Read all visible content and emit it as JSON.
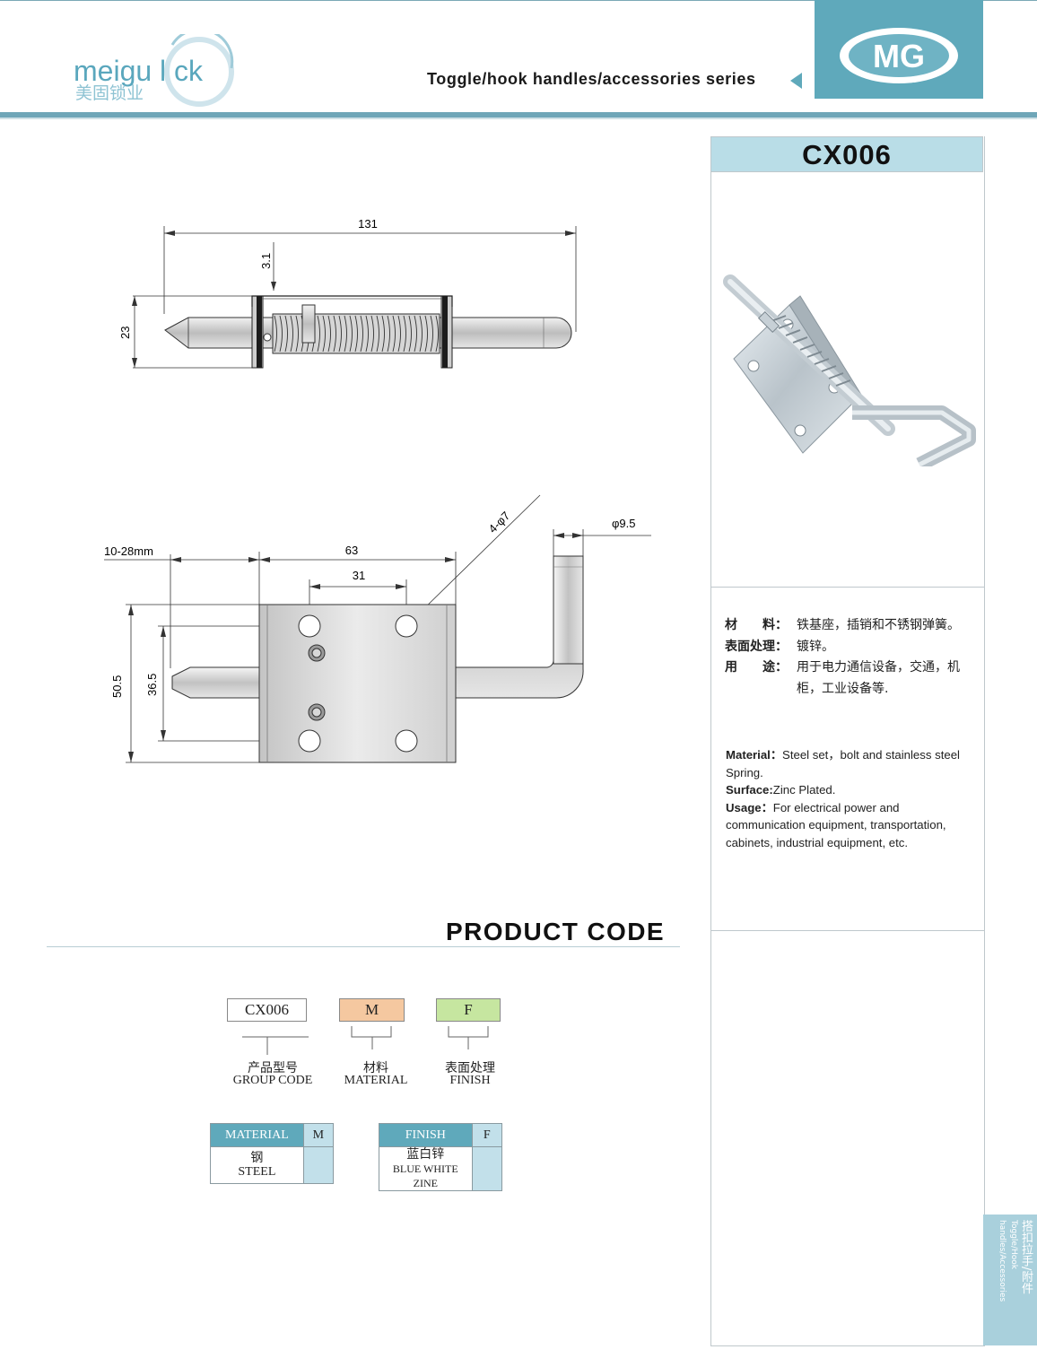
{
  "header": {
    "brand_text": "meigu l ck",
    "brand_cn": "美固锁业",
    "series_title": "Toggle/hook handles/accessories series",
    "mg_logo_text": "MG",
    "accent_color": "#5fa9bb"
  },
  "product": {
    "code": "CX006"
  },
  "drawing_top": {
    "dim_length": "131",
    "dim_thickness": "3.1",
    "dim_height": "23"
  },
  "drawing_bottom": {
    "dim_plate_width": "63",
    "dim_hole_spacing": "31",
    "dim_holes": "4-φ7",
    "dim_pin_diameter": "φ9.5",
    "dim_travel": "10-28mm",
    "dim_plate_height": "50.5",
    "dim_hole_vertical": "36.5"
  },
  "spec_cn": {
    "material_label": "材　　料：",
    "material_value": "铁基座，插销和不锈钢弹簧。",
    "surface_label": "表面处理：",
    "surface_value": "镀锌。",
    "usage_label": "用　　途：",
    "usage_value": "用于电力通信设备，交通，机柜，工业设备等."
  },
  "spec_en": {
    "material_label": "Material：",
    "material_value": "Steel set，bolt and stainless steel Spring.",
    "surface_label": "Surface:",
    "surface_value": "Zinc Plated.",
    "usage_label": "Usage：",
    "usage_value": "For electrical power and communication equipment, transportation, cabinets, industrial equipment, etc."
  },
  "product_code": {
    "title": "PRODUCT  CODE",
    "code_box": "CX006",
    "material_box": "M",
    "finish_box": "F",
    "group_cn": "产品型号",
    "group_en": "GROUP CODE",
    "material_cn": "材料",
    "material_en": "MATERIAL",
    "finish_cn": "表面处理",
    "finish_en": "FINISH",
    "material_color": "#f5c8a0",
    "finish_color": "#c6e6a0"
  },
  "material_table": {
    "header": "MATERIAL",
    "code": "M",
    "value_cn": "钢",
    "value_en": "STEEL"
  },
  "finish_table": {
    "header": "FINISH",
    "code": "F",
    "value_cn": "蓝白锌",
    "value_en": "BLUE WHITE ZINE"
  },
  "side_tab": {
    "cn": "搭扣拉手/附件",
    "en": "Toggle/Hook handles/Accessories"
  }
}
